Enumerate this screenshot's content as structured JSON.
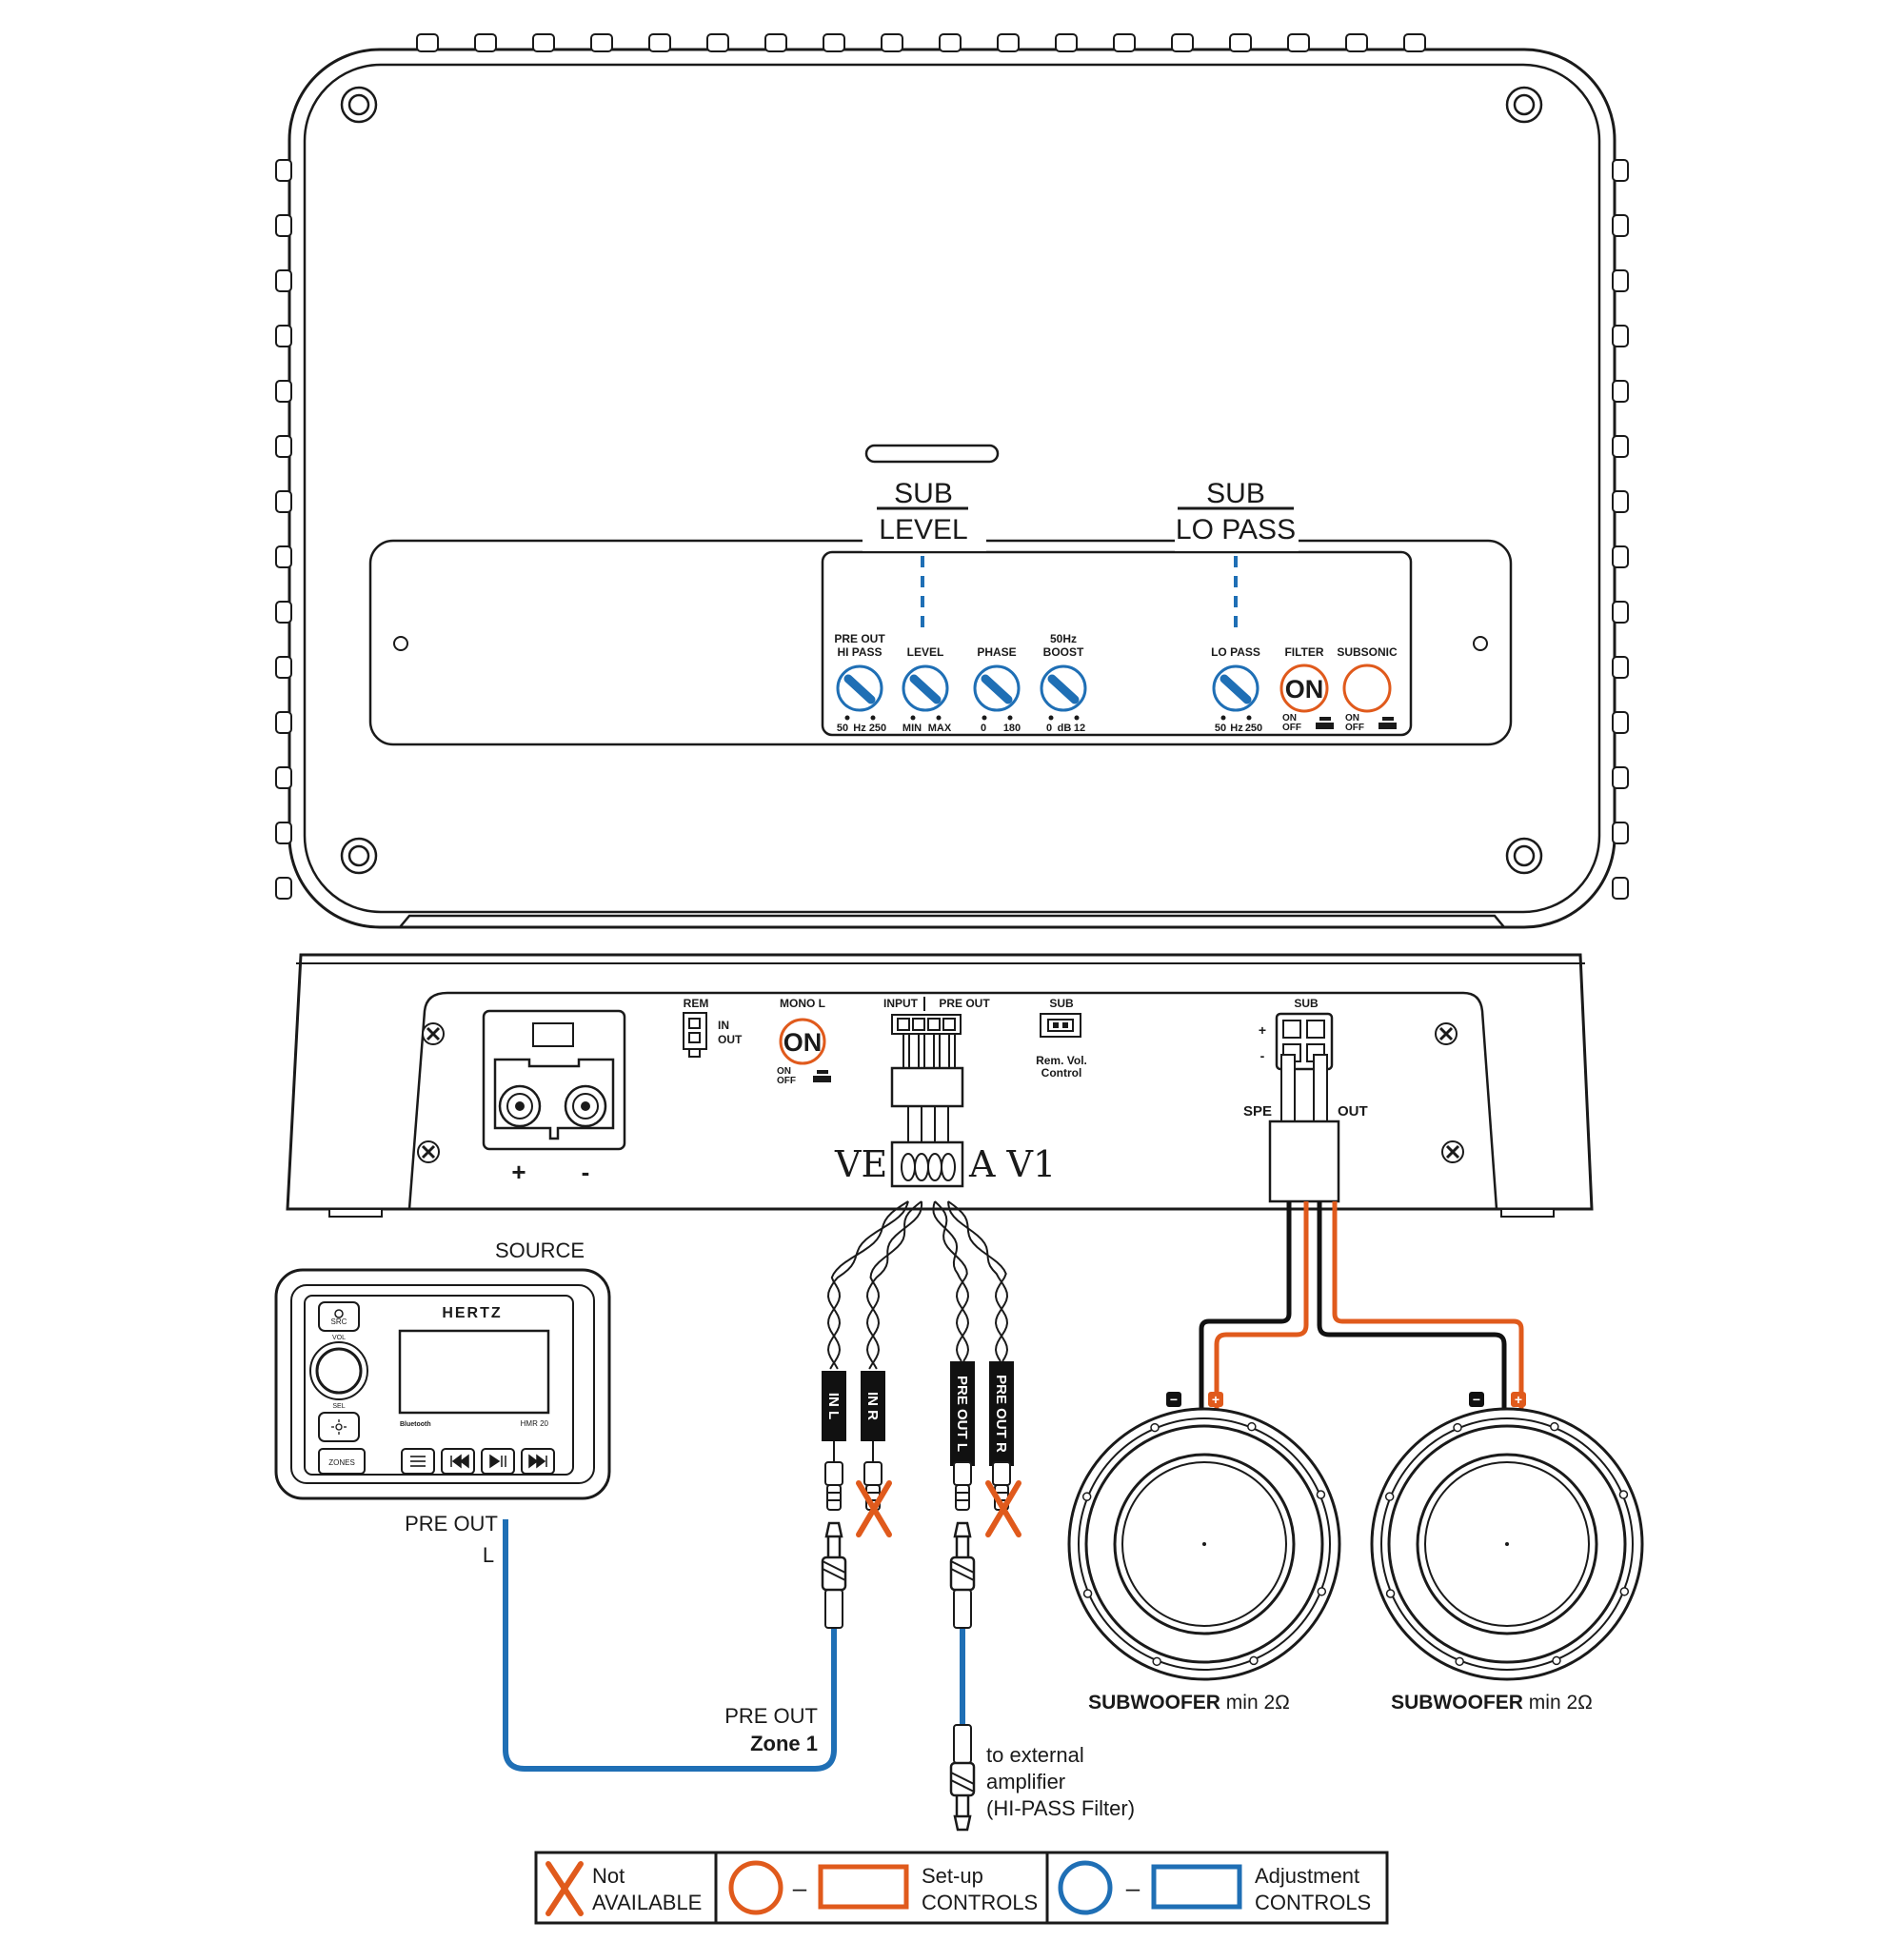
{
  "colors": {
    "setup": "#e05a1c",
    "adjust": "#1f6fb5",
    "line": "#1a1a1a",
    "wire_neg": "#111111",
    "wire_pos": "#e05a1c",
    "rca_cable": "#1f6fb5"
  },
  "amp_top": {
    "callout_sub_level": {
      "line1": "SUB",
      "line2": "LEVEL"
    },
    "callout_sub_lopass": {
      "line1": "SUB",
      "line2": "LO PASS"
    },
    "controls": {
      "preout_hipass": {
        "title_line1": "PRE OUT",
        "title_line2": "HI PASS",
        "scale_min": "50",
        "scale_unit": "Hz",
        "scale_max": "250"
      },
      "level": {
        "title": "LEVEL",
        "scale_min": "MIN",
        "scale_max": "MAX"
      },
      "phase": {
        "title": "PHASE",
        "scale_min": "0",
        "scale_max": "180"
      },
      "boost": {
        "title_line1": "50Hz",
        "title_line2": "BOOST",
        "scale_min": "0",
        "scale_unit": "dB",
        "scale_max": "12"
      },
      "lopass": {
        "title": "LO PASS",
        "scale_min": "50",
        "scale_unit": "Hz",
        "scale_max": "250"
      },
      "filter": {
        "title": "FILTER",
        "state": "ON",
        "opt_on": "ON",
        "opt_off": "OFF"
      },
      "subsonic": {
        "title": "SUBSONIC",
        "opt_on": "ON",
        "opt_off": "OFF"
      }
    }
  },
  "amp_front": {
    "model_left": "VE",
    "model_right": "A V1",
    "power_plus": "+",
    "power_minus": "-",
    "rem": {
      "title": "REM",
      "in": "IN",
      "out": "OUT"
    },
    "mono": {
      "title": "MONO L",
      "state": "ON",
      "opt_on": "ON",
      "opt_off": "OFF"
    },
    "input_label": "INPUT",
    "preout_label": "PRE OUT",
    "sub_remote": {
      "title": "SUB",
      "line1": "Rem. Vol.",
      "line2": "Control"
    },
    "sub_speaker": {
      "title": "SUB",
      "plus": "+",
      "minus": "-",
      "out_left": "SPE",
      "out_right": "OUT"
    }
  },
  "source": {
    "title": "SOURCE",
    "brand": "HERTZ",
    "model": "HMR 20",
    "bluetooth": "Bluetooth",
    "btn_src": "SRC",
    "knob_vol": "VOL",
    "knob_sel": "SEL",
    "btn_zones": "ZONES",
    "preout_line1": "PRE OUT",
    "preout_line2": "L"
  },
  "cables": {
    "in_l": "IN L",
    "in_r": "IN R",
    "pre_out_l": "PRE OUT L",
    "pre_out_r": "PRE OUT R",
    "zone_line1": "PRE OUT",
    "zone_line2": "Zone 1",
    "ext_line1": "to external",
    "ext_line2": "amplifier",
    "ext_line3": "(HI-PASS Filter)"
  },
  "speakers": [
    {
      "label_bold": "SUBWOOFER",
      "label_rest": "min 2Ω",
      "neg": "−",
      "pos": "+"
    },
    {
      "label_bold": "SUBWOOFER",
      "label_rest": "min 2Ω",
      "neg": "−",
      "pos": "+"
    }
  ],
  "legend": {
    "not_line1": "Not",
    "not_line2": "AVAILABLE",
    "setup_line1": "Set-up",
    "setup_line2": "CONTROLS",
    "adjust_line1": "Adjustment",
    "adjust_line2": "CONTROLS",
    "dash": "–"
  }
}
